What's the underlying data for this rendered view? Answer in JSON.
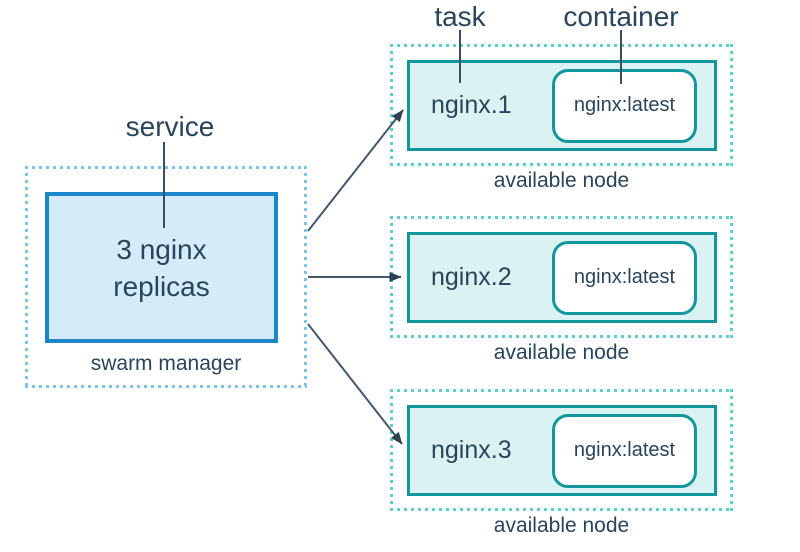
{
  "labels": {
    "service": "service",
    "task": "task",
    "container": "container"
  },
  "manager": {
    "replicas_text": "3 nginx\nreplicas",
    "caption": "swarm manager"
  },
  "nodes": [
    {
      "task_name": "nginx.1",
      "container_image": "nginx:latest",
      "caption": "available node"
    },
    {
      "task_name": "nginx.2",
      "container_image": "nginx:latest",
      "caption": "available node"
    },
    {
      "task_name": "nginx.3",
      "container_image": "nginx:latest",
      "caption": "available node"
    }
  ],
  "colors": {
    "text": "#2a4459",
    "manager_border": "#1b86c9",
    "manager_fill": "#d4ecfa",
    "manager_dots": "#7fc3e9",
    "node_dots": "#5fcfc9",
    "task_border": "#12989c",
    "task_fill": "#daf3f2",
    "container_fill": "#ffffff",
    "arrow": "#45586b"
  }
}
